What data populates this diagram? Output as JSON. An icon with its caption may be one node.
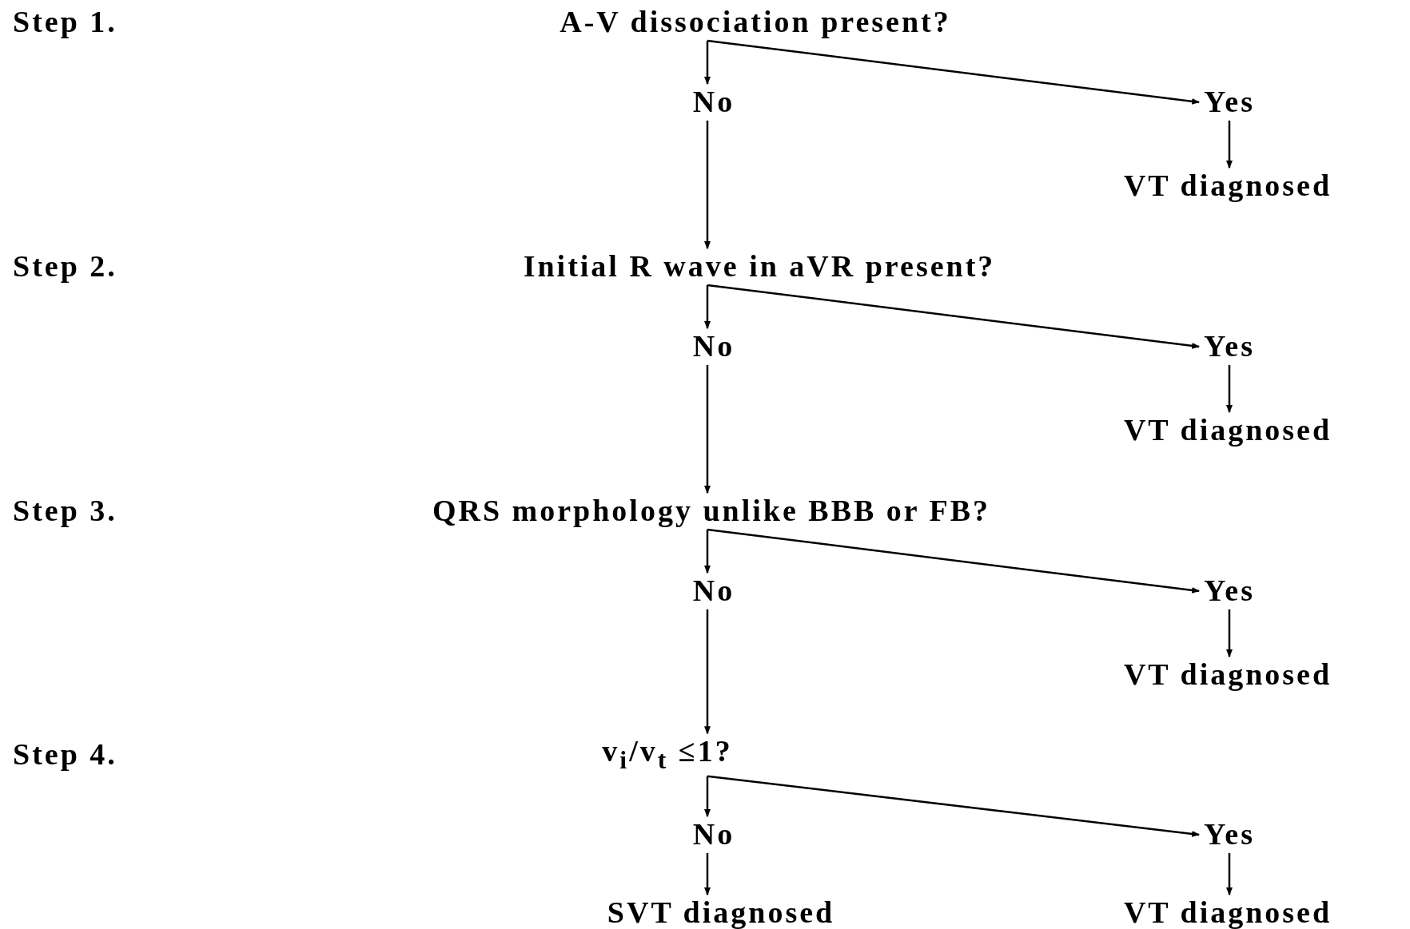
{
  "diagram": {
    "nodes": [
      {
        "text": [
          "A-V dissociation present?"
        ]
      },
      {
        "text": [
          "No"
        ]
      },
      {
        "text": [
          "Yes"
        ]
      },
      {
        "text": [
          "VT diagnosed"
        ]
      },
      {
        "text": [
          "Initial R wave in aVR present?"
        ]
      },
      {
        "text": [
          "No"
        ]
      },
      {
        "text": [
          "Yes"
        ]
      },
      {
        "text": [
          "VT diagnosed"
        ]
      },
      {
        "text": [
          "QRS morphology unlike BBB or FB?"
        ]
      },
      {
        "text": [
          "No"
        ]
      },
      {
        "text": [
          "Yes"
        ]
      },
      {
        "text": [
          "VT diagnosed"
        ]
      },
      {
        "text": [
          "v$_{i}$/v$_{t}$ ≤1?"
        ]
      },
      {
        "text": [
          "No"
        ]
      },
      {
        "text": [
          "Yes"
        ]
      },
      {
        "text": [
          "SVT diagnosed"
        ]
      },
      {
        "text": [
          "VT diagnosed"
        ]
      }
    ],
    "edges": [
      {
        "from": 0,
        "to": 1,
        "arrow": "to"
      },
      {
        "from": 0,
        "to": 2,
        "arrow": "to"
      },
      {
        "from": 2,
        "to": 3,
        "arrow": "to"
      },
      {
        "from": 1,
        "to": 4,
        "arrow": "to"
      },
      {
        "from": 4,
        "to": 5,
        "arrow": "to"
      },
      {
        "from": 4,
        "to": 6,
        "arrow": "to"
      },
      {
        "from": 6,
        "to": 7,
        "arrow": "to"
      },
      {
        "from": 5,
        "to": 8,
        "arrow": "to"
      },
      {
        "from": 8,
        "to": 9,
        "arrow": "to"
      },
      {
        "from": 8,
        "to": 10,
        "arrow": "to"
      },
      {
        "from": 10,
        "to": 11,
        "arrow": "to"
      },
      {
        "from": 9,
        "to": 12,
        "arrow": "to"
      },
      {
        "from": 12,
        "to": 13,
        "arrow": "to"
      },
      {
        "from": 12,
        "to": 14,
        "arrow": "to"
      },
      {
        "from": 13,
        "to": 15,
        "arrow": "to"
      },
      {
        "from": 14,
        "to": 16,
        "arrow": "to"
      }
    ],
    "labels": [
      "Step 1.",
      "Step 2.",
      "Step 3.",
      "Step 4."
    ]
  }
}
